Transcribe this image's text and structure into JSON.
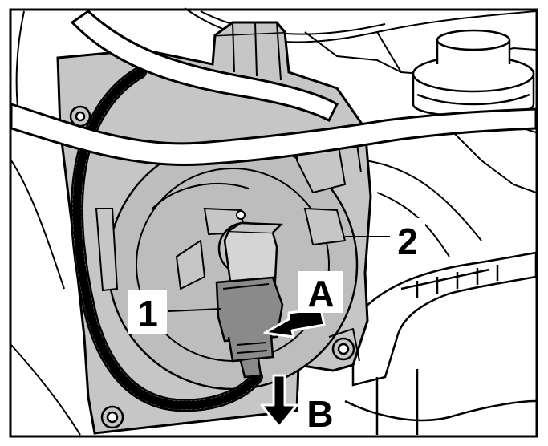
{
  "colors": {
    "housing_fill": "#c6c6c6",
    "connector_fill": "#8a8a8a",
    "line": "#000000",
    "background": "#ffffff"
  },
  "callouts": {
    "label_1": "1",
    "label_2": "2",
    "label_A": "A",
    "label_B": "B"
  }
}
